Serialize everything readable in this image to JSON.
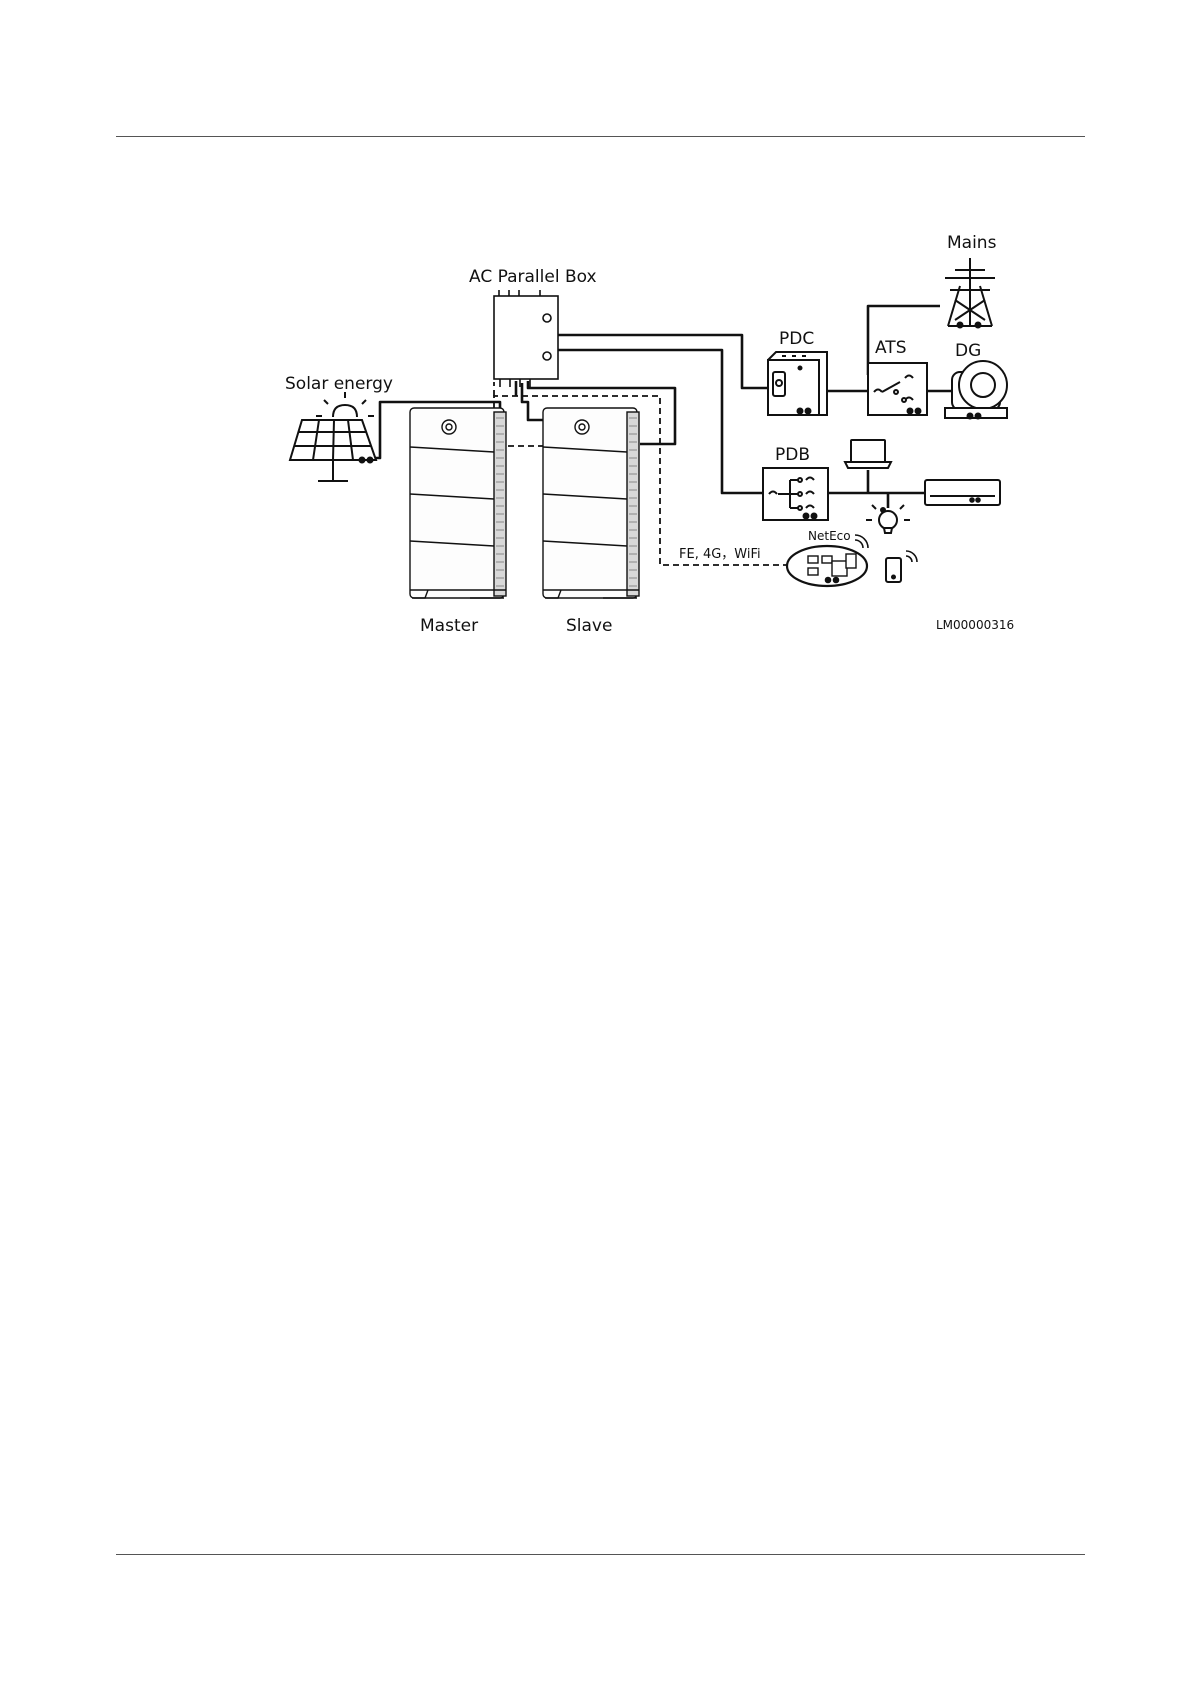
{
  "diagram": {
    "labels": {
      "mains": "Mains",
      "ac_parallel_box": "AC Parallel Box",
      "pdc": "PDC",
      "ats": "ATS",
      "dg": "DG",
      "solar": "Solar energy",
      "pdb": "PDB",
      "netEco": "NetEco",
      "comm": "FE, 4G，WiFi",
      "master": "Master",
      "slave": "Slave",
      "figure_id": "LM00000316"
    }
  }
}
